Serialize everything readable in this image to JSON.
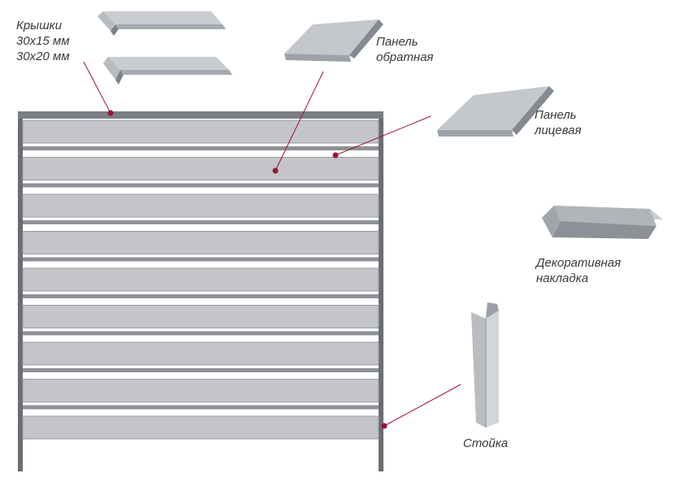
{
  "labels": {
    "caps": [
      "Крышки",
      "30x15 мм",
      "30x20 мм"
    ],
    "back_panel": [
      "Панель",
      "обратная"
    ],
    "front_panel": [
      "Панель",
      "лицевая"
    ],
    "decor_trim": [
      "Декоративная",
      "накладка"
    ],
    "post": [
      "Стойка"
    ]
  },
  "colors": {
    "frame": "#6a6d72",
    "slat": "#c3c5c9",
    "slat_edge": "#9a9ca1",
    "callout": "#9c1230",
    "profile_light": "#c9ccd1",
    "profile_mid": "#a7abb1",
    "profile_dark": "#7e8288"
  }
}
